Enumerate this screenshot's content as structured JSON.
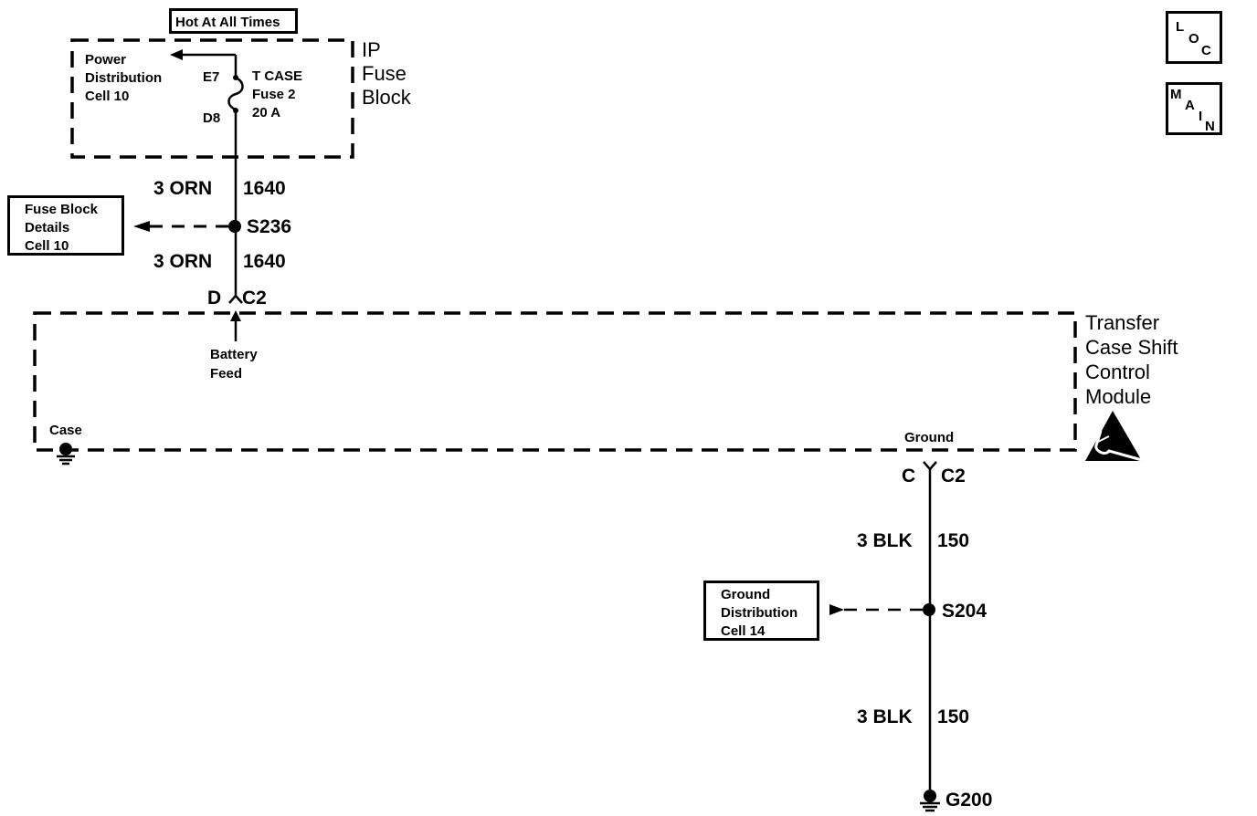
{
  "diagram": {
    "header_label": "Hot At All Times",
    "fuse_block": {
      "name_lines": [
        "IP",
        "Fuse",
        "Block"
      ],
      "power_ref_lines": [
        "Power",
        "Distribution",
        "Cell 10"
      ],
      "pin_in": "E7",
      "pin_out": "D8",
      "fuse_lines": [
        "T CASE",
        "Fuse 2",
        "20 A"
      ]
    },
    "upper_wire": {
      "segment1": {
        "gauge_color": "3 ORN",
        "circuit": "1640"
      },
      "splice": "S236",
      "segment2": {
        "gauge_color": "3 ORN",
        "circuit": "1640"
      },
      "splice_ref_lines": [
        "Fuse Block",
        "Details",
        "Cell 10"
      ]
    },
    "module": {
      "name_lines": [
        "Transfer",
        "Case Shift",
        "Control",
        "Module"
      ],
      "battery_connector": {
        "pin": "D",
        "connector": "C2"
      },
      "battery_label_lines": [
        "Battery",
        "Feed"
      ],
      "case_label": "Case",
      "ground_label": "Ground",
      "ground_connector": {
        "pin": "C",
        "connector": "C2"
      },
      "esd_icon": "esd-sensitive-icon"
    },
    "lower_wire": {
      "segment1": {
        "gauge_color": "3 BLK",
        "circuit": "150"
      },
      "splice": "S204",
      "segment2": {
        "gauge_color": "3 BLK",
        "circuit": "150"
      },
      "splice_ref_lines": [
        "Ground",
        "Distribution",
        "Cell 14"
      ],
      "ground_point": "G200"
    },
    "nav_badges": {
      "loc": [
        "L",
        "O",
        "C"
      ],
      "main": [
        "M",
        "A",
        "I",
        "N"
      ]
    }
  }
}
